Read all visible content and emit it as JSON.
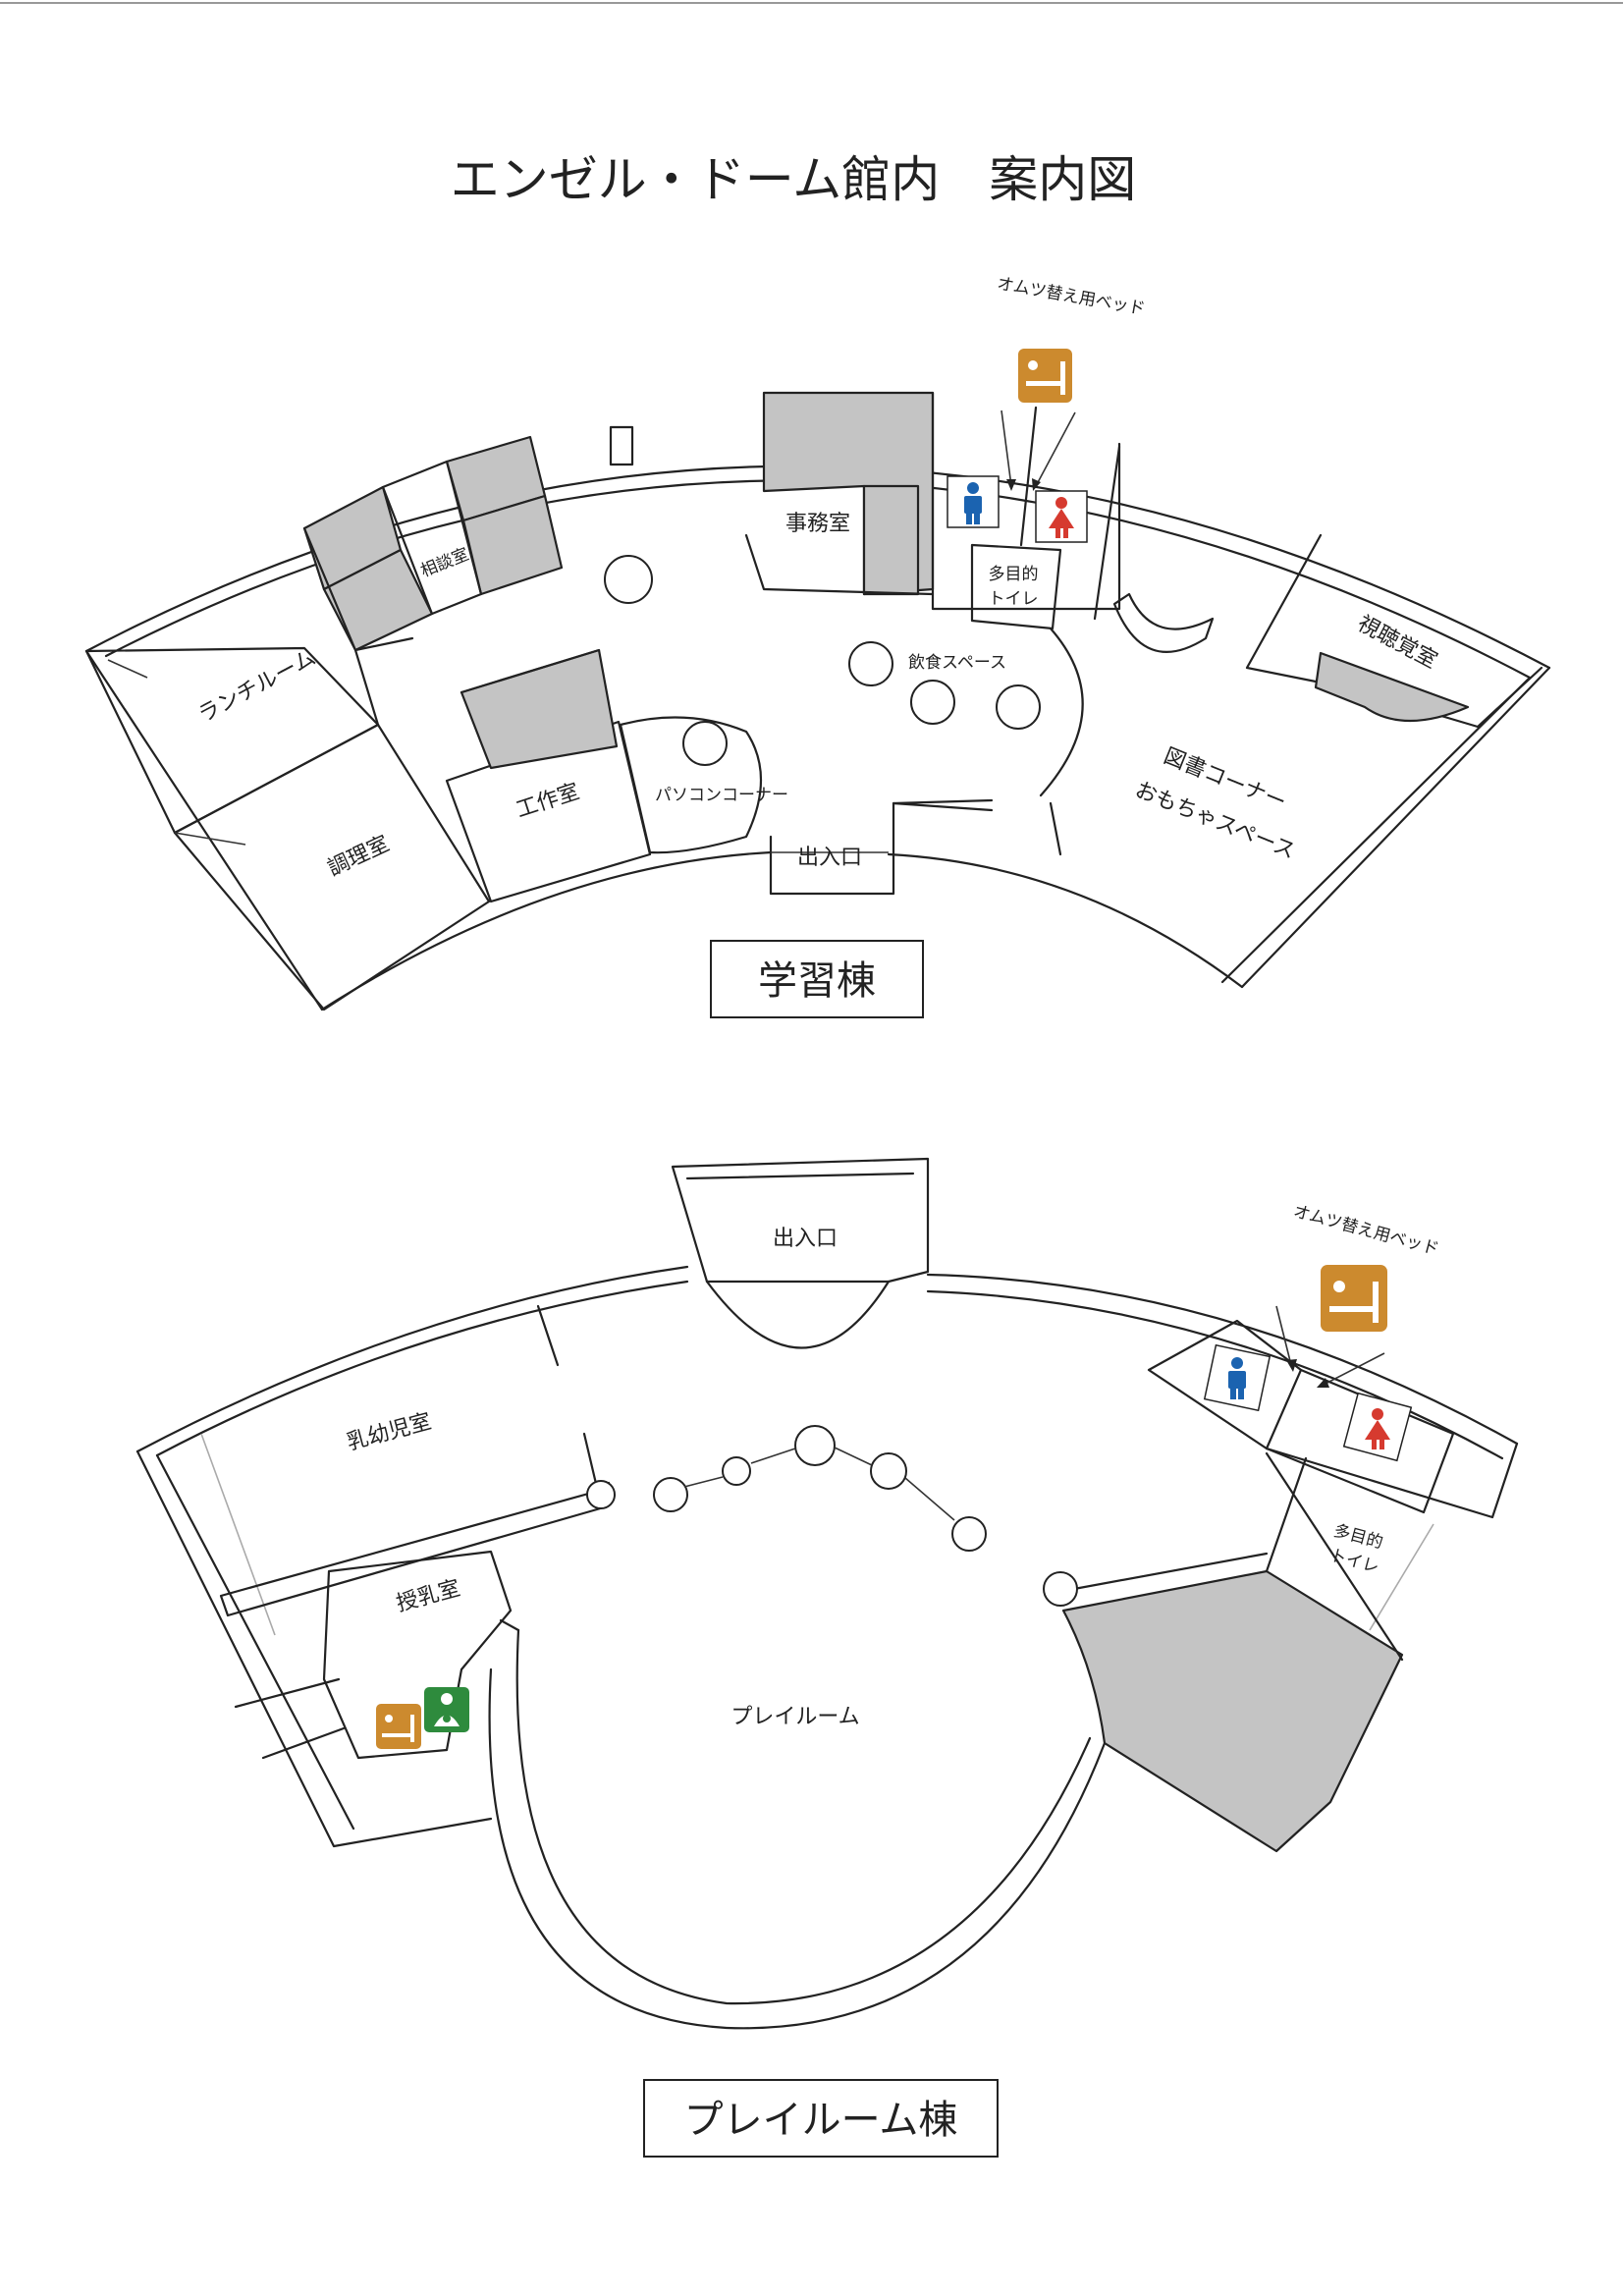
{
  "title": "エンゼル・ドーム館内　案内図",
  "study_wing": {
    "name": "学習棟",
    "diaper_bed_label": "オムツ替え用ベッド",
    "rooms": {
      "lunch": "ランチルーム",
      "cooking": "調理室",
      "consult": "相談室",
      "craft": "工作室",
      "pc_corner": "パソコンコーナー",
      "office": "事務室",
      "entrance": "出入口",
      "dining": "飲食スペース",
      "multi_toilet_1": "多目的",
      "multi_toilet_2": "トイレ",
      "av_room": "視聴覚室",
      "library_1": "図書コーナー",
      "library_2": "おもちゃスペース"
    }
  },
  "play_wing": {
    "name": "プレイルーム棟",
    "diaper_bed_label": "オムツ替え用ベッド",
    "rooms": {
      "entrance": "出入口",
      "infant": "乳幼児室",
      "nursing": "授乳室",
      "playroom": "プレイルーム",
      "multi_toilet_1": "多目的",
      "multi_toilet_2": "トイレ"
    }
  },
  "colors": {
    "male": "#1b63b0",
    "female": "#d63a2f",
    "diaper": "#cc8a2e",
    "nursing": "#2e8b3d",
    "fill_gray": "#c4c4c4"
  },
  "icons": [
    "male-toilet-icon",
    "female-toilet-icon",
    "diaper-bed-icon",
    "nursing-room-icon"
  ]
}
